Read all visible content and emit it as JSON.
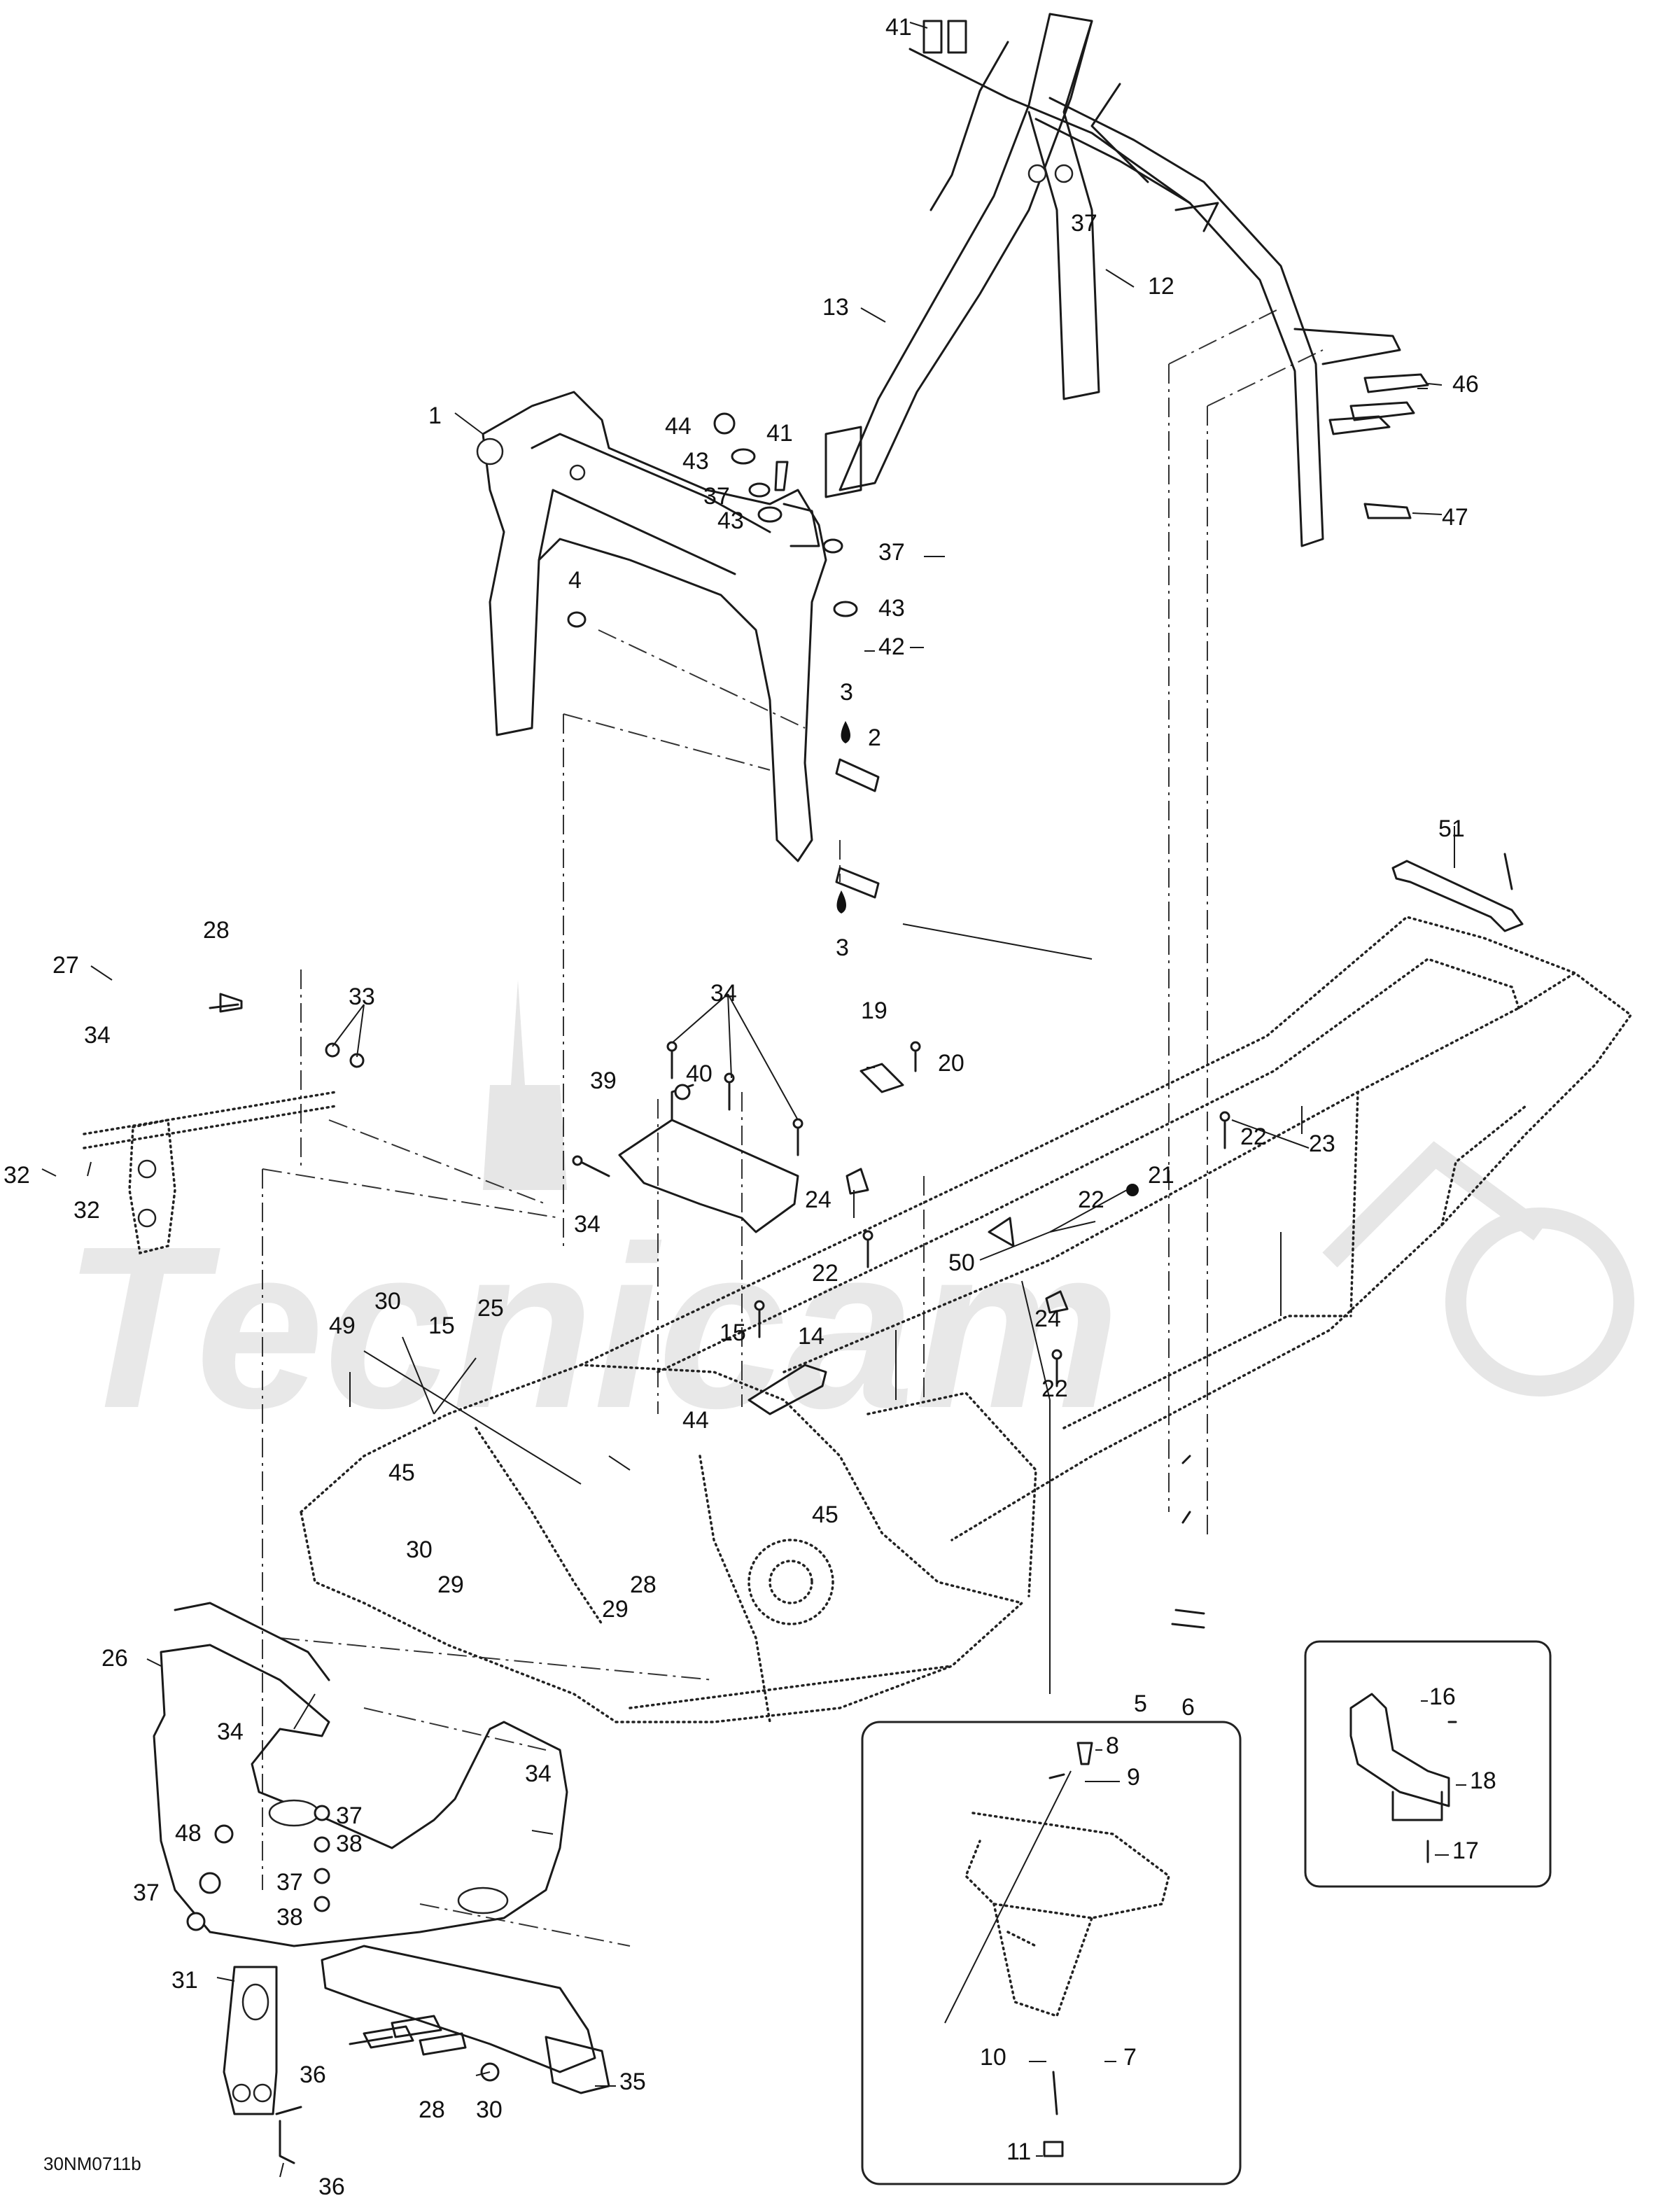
{
  "figure": {
    "reference_code": "30NM0711b",
    "watermark_text": "Tecnicam"
  },
  "callouts": [
    {
      "id": "c41a",
      "label": "41"
    },
    {
      "id": "c37a",
      "label": "37"
    },
    {
      "id": "c12",
      "label": "12"
    },
    {
      "id": "c13",
      "label": "13"
    },
    {
      "id": "c46",
      "label": "46"
    },
    {
      "id": "c47",
      "label": "47"
    },
    {
      "id": "c1",
      "label": "1"
    },
    {
      "id": "c44a",
      "label": "44"
    },
    {
      "id": "c41b",
      "label": "41"
    },
    {
      "id": "c43a",
      "label": "43"
    },
    {
      "id": "c37b",
      "label": "37"
    },
    {
      "id": "c43b",
      "label": "43"
    },
    {
      "id": "c37c",
      "label": "37"
    },
    {
      "id": "c43c",
      "label": "43"
    },
    {
      "id": "c42",
      "label": "42"
    },
    {
      "id": "c4",
      "label": "4"
    },
    {
      "id": "c3a",
      "label": "3"
    },
    {
      "id": "c2",
      "label": "2"
    },
    {
      "id": "c3b",
      "label": "3"
    },
    {
      "id": "c51",
      "label": "51"
    },
    {
      "id": "c28a",
      "label": "28"
    },
    {
      "id": "c27",
      "label": "27"
    },
    {
      "id": "c33",
      "label": "33"
    },
    {
      "id": "c34a",
      "label": "34"
    },
    {
      "id": "c32a",
      "label": "32"
    },
    {
      "id": "c32b",
      "label": "32"
    },
    {
      "id": "c34b",
      "label": "34"
    },
    {
      "id": "c40",
      "label": "40"
    },
    {
      "id": "c39",
      "label": "39"
    },
    {
      "id": "c34c",
      "label": "34"
    },
    {
      "id": "c19",
      "label": "19"
    },
    {
      "id": "c20",
      "label": "20"
    },
    {
      "id": "c22a",
      "label": "22"
    },
    {
      "id": "c23",
      "label": "23"
    },
    {
      "id": "c21",
      "label": "21"
    },
    {
      "id": "c24a",
      "label": "24"
    },
    {
      "id": "c22b",
      "label": "22"
    },
    {
      "id": "c22c",
      "label": "22"
    },
    {
      "id": "c50",
      "label": "50"
    },
    {
      "id": "c24b",
      "label": "24"
    },
    {
      "id": "c22d",
      "label": "22"
    },
    {
      "id": "c30a",
      "label": "30"
    },
    {
      "id": "c15a",
      "label": "15"
    },
    {
      "id": "c25",
      "label": "25"
    },
    {
      "id": "c49",
      "label": "49"
    },
    {
      "id": "c15b",
      "label": "15"
    },
    {
      "id": "c14",
      "label": "14"
    },
    {
      "id": "c44b",
      "label": "44"
    },
    {
      "id": "c45a",
      "label": "45"
    },
    {
      "id": "c45b",
      "label": "45"
    },
    {
      "id": "c30b",
      "label": "30"
    },
    {
      "id": "c29a",
      "label": "29"
    },
    {
      "id": "c29b",
      "label": "29"
    },
    {
      "id": "c28b",
      "label": "28"
    },
    {
      "id": "c26",
      "label": "26"
    },
    {
      "id": "c34d",
      "label": "34"
    },
    {
      "id": "c34e",
      "label": "34"
    },
    {
      "id": "c48",
      "label": "48"
    },
    {
      "id": "c37d",
      "label": "37"
    },
    {
      "id": "c38a",
      "label": "38"
    },
    {
      "id": "c37e",
      "label": "37"
    },
    {
      "id": "c37f",
      "label": "37"
    },
    {
      "id": "c38b",
      "label": "38"
    },
    {
      "id": "c31",
      "label": "31"
    },
    {
      "id": "c36a",
      "label": "36"
    },
    {
      "id": "c28c",
      "label": "28"
    },
    {
      "id": "c30c",
      "label": "30"
    },
    {
      "id": "c35",
      "label": "35"
    },
    {
      "id": "c36b",
      "label": "36"
    },
    {
      "id": "c5",
      "label": "5"
    },
    {
      "id": "c6",
      "label": "6"
    },
    {
      "id": "c8",
      "label": "8"
    },
    {
      "id": "c9",
      "label": "9"
    },
    {
      "id": "c10",
      "label": "10"
    },
    {
      "id": "c7",
      "label": "7"
    },
    {
      "id": "c11",
      "label": "11"
    },
    {
      "id": "c16",
      "label": "16"
    },
    {
      "id": "c18",
      "label": "18"
    },
    {
      "id": "c17",
      "label": "17"
    }
  ]
}
